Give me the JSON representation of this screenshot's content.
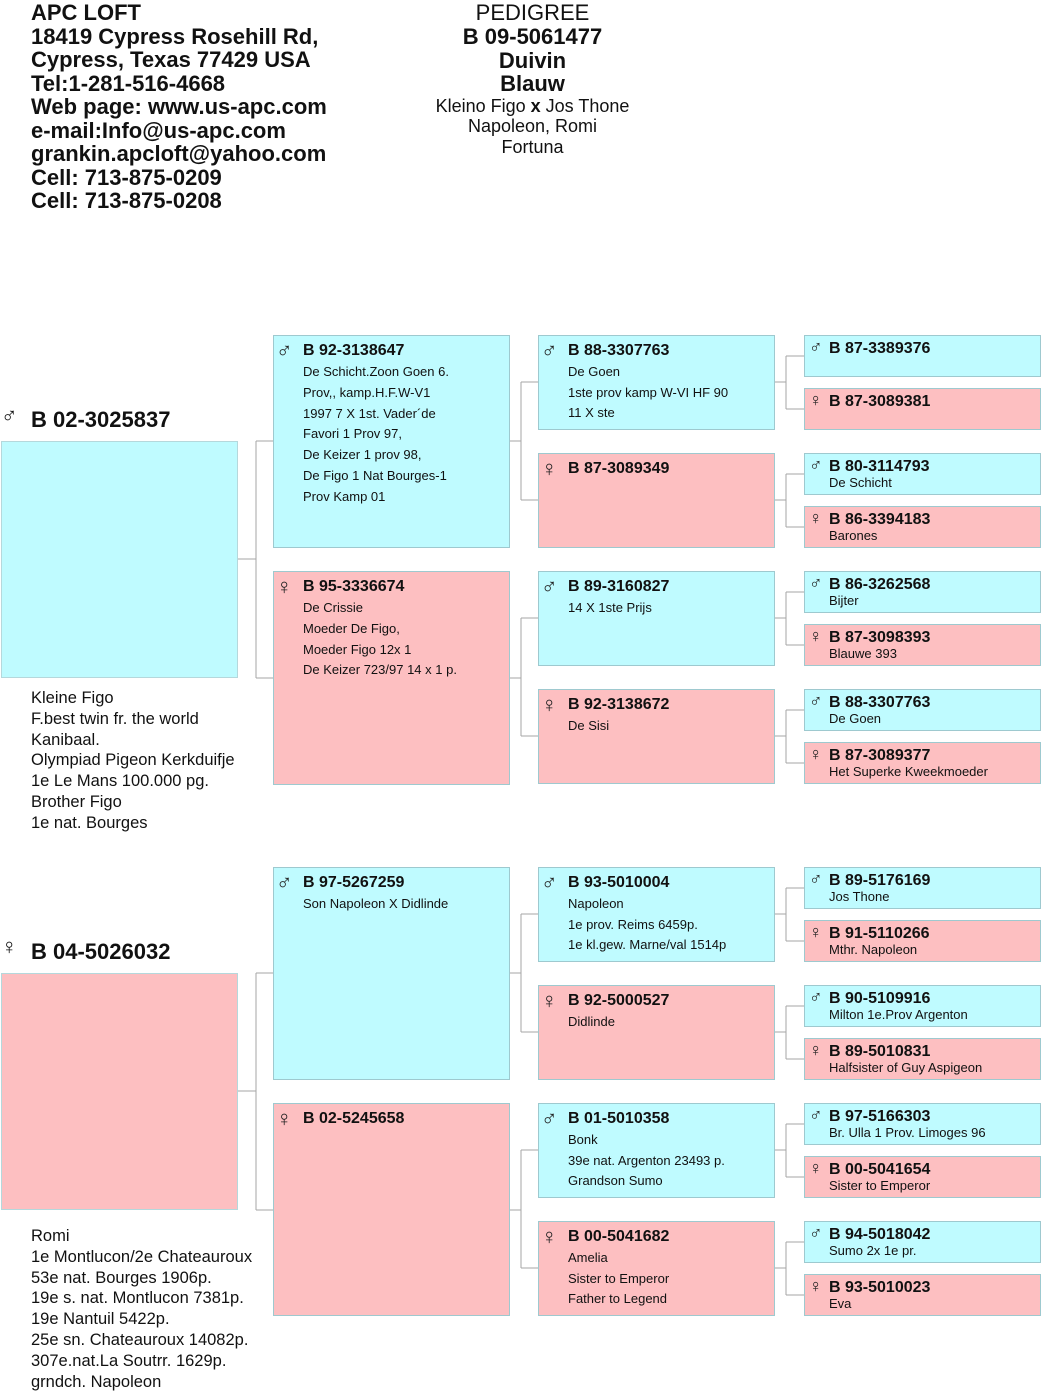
{
  "header": {
    "contact": [
      "APC LOFT",
      "18419 Cypress Rosehill Rd,",
      "Cypress, Texas 77429 USA",
      "Tel:1-281-516-4668",
      "Web page: www.us-apc.com",
      "e-mail:Info@us-apc.com",
      "grankin.apcloft@yahoo.com",
      "Cell: 713-875-0209",
      "Cell: 713-875-0208"
    ],
    "title": "PEDIGREE",
    "ring": "B 09-5061477",
    "sex": "Duivin",
    "color": "Blauw",
    "parents_prefix": "Kleino Figo ",
    "parents_x": "x",
    "parents_suffix": " Jos Thone",
    "line2": "Napoleon, Romi",
    "line3": "Fortuna"
  },
  "symbols": {
    "male": "♂",
    "female": "♀"
  },
  "colors": {
    "male_bg": "#bffbff",
    "female_bg": "#fdbfc1"
  },
  "sire": {
    "ring": "B 02-3025837",
    "sex": "male",
    "notes": [
      "Kleine Figo",
      "F.best twin fr. the world",
      "Kanibaal.",
      "Olympiad Pigeon Kerkduifje",
      "1e Le Mans 100.000 pg.",
      "Brother Figo",
      "1e nat. Bourges"
    ]
  },
  "dam": {
    "ring": "B 04-5026032",
    "sex": "female",
    "notes": [
      "Romi",
      "1e Montlucon/2e Chateauroux",
      "53e nat. Bourges 1906p.",
      "19e s. nat. Montlucon 7381p.",
      "19e Nantuil 5422p.",
      "25e sn. Chateauroux 14082p.",
      "307e.nat.La Soutrr. 1629p.",
      "grndch. Napoleon"
    ]
  },
  "grandparents": [
    {
      "ring": "B 92-3138647",
      "sex": "male",
      "notes": [
        "De Schicht.Zoon Goen 6.",
        "Prov,, kamp.H.F.W-V1",
        "1997 7 X 1st. Vader´de",
        "Favori 1 Prov 97,",
        "De Keizer 1 prov 98,",
        "De Figo 1 Nat Bourges-1",
        "Prov Kamp 01"
      ]
    },
    {
      "ring": "B 95-3336674",
      "sex": "female",
      "notes": [
        "De Crissie",
        "Moeder De Figo,",
        "Moeder Figo 12x 1",
        "De Keizer 723/97 14 x 1 p."
      ]
    },
    {
      "ring": "B 97-5267259",
      "sex": "male",
      "notes": [
        "Son Napoleon X Didlinde"
      ]
    },
    {
      "ring": "B 02-5245658",
      "sex": "female",
      "notes": []
    }
  ],
  "great_grandparents": [
    {
      "ring": "B 88-3307763",
      "sex": "male",
      "notes": [
        "De Goen",
        "1ste prov kamp W-VI HF 90",
        "11 X ste"
      ]
    },
    {
      "ring": "B 87-3089349",
      "sex": "female",
      "notes": []
    },
    {
      "ring": "B 89-3160827",
      "sex": "male",
      "notes": [
        "14 X 1ste Prijs"
      ]
    },
    {
      "ring": "B 92-3138672",
      "sex": "female",
      "notes": [
        "De Sisi"
      ]
    },
    {
      "ring": "B 93-5010004",
      "sex": "male",
      "notes": [
        "Napoleon",
        "1e prov. Reims 6459p.",
        "1e kl.gew. Marne/val 1514p"
      ]
    },
    {
      "ring": "B 92-5000527",
      "sex": "female",
      "notes": [
        "Didlinde"
      ]
    },
    {
      "ring": "B 01-5010358",
      "sex": "male",
      "notes": [
        "Bonk",
        "39e nat. Argenton 23493 p.",
        "Grandson Sumo"
      ]
    },
    {
      "ring": "B 00-5041682",
      "sex": "female",
      "notes": [
        "Amelia",
        "Sister to Emperor",
        "Father to Legend"
      ]
    }
  ],
  "great_great_grandparents": [
    {
      "ring": "B 87-3389376",
      "sex": "male",
      "note": ""
    },
    {
      "ring": "B 87-3089381",
      "sex": "female",
      "note": ""
    },
    {
      "ring": "B 80-3114793",
      "sex": "male",
      "note": "De Schicht"
    },
    {
      "ring": "B 86-3394183",
      "sex": "female",
      "note": "Barones"
    },
    {
      "ring": "B 86-3262568",
      "sex": "male",
      "note": "Bijter"
    },
    {
      "ring": "B 87-3098393",
      "sex": "female",
      "note": "Blauwe 393"
    },
    {
      "ring": "B 88-3307763",
      "sex": "male",
      "note": "De Goen"
    },
    {
      "ring": "B 87-3089377",
      "sex": "female",
      "note": "Het Superke Kweekmoeder"
    },
    {
      "ring": "B 89-5176169",
      "sex": "male",
      "note": "Jos Thone"
    },
    {
      "ring": "B 91-5110266",
      "sex": "female",
      "note": "Mthr. Napoleon"
    },
    {
      "ring": "B 90-5109916",
      "sex": "male",
      "note": "Milton 1e.Prov Argenton"
    },
    {
      "ring": "B 89-5010831",
      "sex": "female",
      "note": "Halfsister of Guy Aspigeon"
    },
    {
      "ring": "B 97-5166303",
      "sex": "male",
      "note": "Br. Ulla 1 Prov. Limoges 96"
    },
    {
      "ring": "B 00-5041654",
      "sex": "female",
      "note": "Sister to Emperor"
    },
    {
      "ring": "B 94-5018042",
      "sex": "male",
      "note": "Sumo  2x 1e pr."
    },
    {
      "ring": "B 93-5010023",
      "sex": "female",
      "note": "Eva"
    }
  ]
}
